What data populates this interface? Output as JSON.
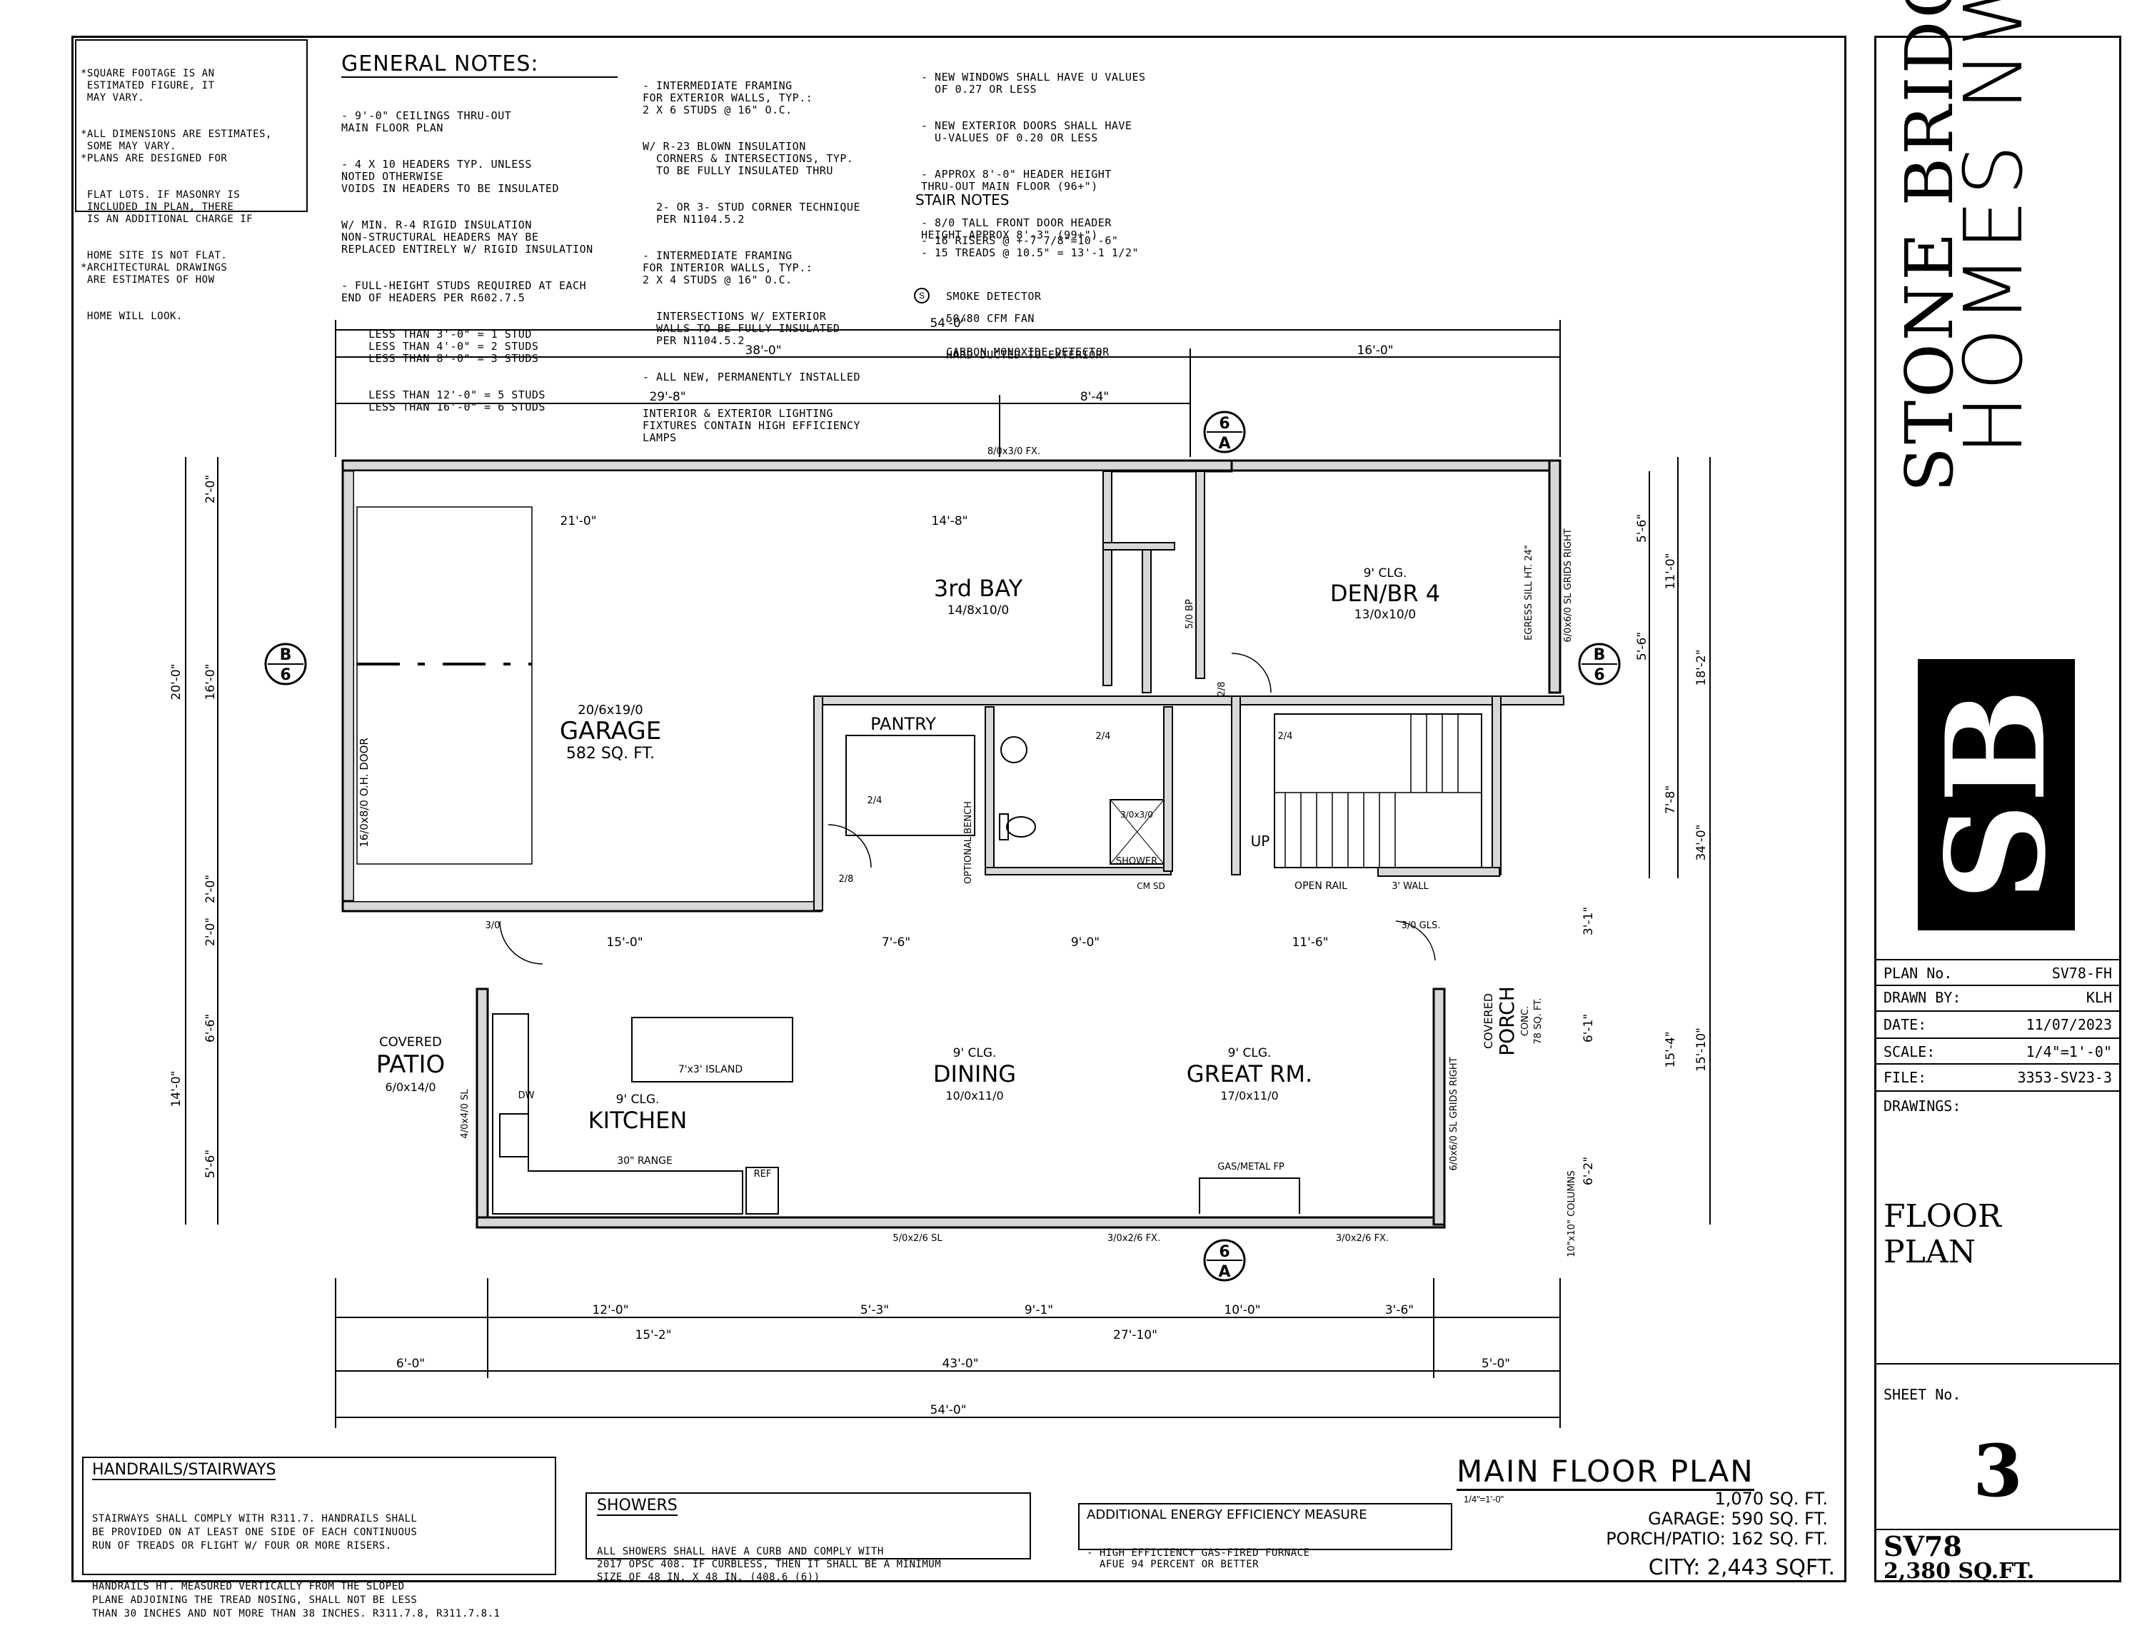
{
  "notes_topleft": [
    "*SQUARE FOOTAGE IS AN",
    " ESTIMATED FIGURE, IT",
    " MAY VARY.",
    "*ALL DIMENSIONS ARE ESTIMATES,",
    " SOME MAY VARY.",
    "*PLANS ARE DESIGNED FOR",
    " FLAT LOTS. IF MASONRY IS",
    " INCLUDED IN PLAN, THERE",
    " IS AN ADDITIONAL CHARGE IF",
    " HOME SITE IS NOT FLAT.",
    "*ARCHITECTURAL DRAWINGS",
    " ARE ESTIMATES OF HOW",
    " HOME WILL LOOK."
  ],
  "general_notes": {
    "title": "GENERAL NOTES:",
    "col1": [
      "- 9'-0\" CEILINGS THRU-OUT",
      "MAIN FLOOR PLAN",
      "",
      "- 4 X 10 HEADERS TYP. UNLESS",
      "NOTED OTHERWISE",
      "VOIDS IN HEADERS TO BE INSULATED",
      "W/ MIN. R-4 RIGID INSULATION",
      "NON-STRUCTURAL HEADERS MAY BE",
      "REPLACED ENTIRELY W/ RIGID INSULATION",
      "",
      "- FULL-HEIGHT STUDS REQUIRED AT EACH",
      "END OF HEADERS PER R602.7.5",
      "    LESS THAN 3'-0\" = 1 STUD",
      "    LESS THAN 4'-0\" = 2 STUDS",
      "    LESS THAN 8'-0\" = 3 STUDS",
      "    LESS THAN 12'-0\" = 5 STUDS",
      "    LESS THAN 16'-0\" = 6 STUDS"
    ],
    "col2": [
      "- INTERMEDIATE FRAMING",
      "FOR EXTERIOR WALLS, TYP.:",
      "2 X 6 STUDS @ 16\" O.C.",
      "W/ R-23 BLOWN INSULATION",
      "  CORNERS & INTERSECTIONS, TYP.",
      "  TO BE FULLY INSULATED THRU",
      "  2- OR 3- STUD CORNER TECHNIQUE",
      "  PER N1104.5.2",
      "",
      "- INTERMEDIATE FRAMING",
      "FOR INTERIOR WALLS, TYP.:",
      "2 X 4 STUDS @ 16\" O.C.",
      "  INTERSECTIONS W/ EXTERIOR",
      "  WALLS TO BE FULLY INSULATED",
      "  PER N1104.5.2",
      "",
      "",
      "- ALL NEW, PERMANENTLY INSTALLED",
      "INTERIOR & EXTERIOR LIGHTING",
      "FIXTURES CONTAIN HIGH EFFICIENCY",
      "LAMPS"
    ],
    "col3": [
      "- NEW WINDOWS SHALL HAVE U VALUES",
      "  OF 0.27 OR LESS",
      "",
      "- NEW EXTERIOR DOORS SHALL HAVE",
      "  U-VALUES OF 0.20 OR LESS",
      "",
      "- APPROX 8'-0\" HEADER HEIGHT",
      "THRU-OUT MAIN FLOOR (96+\")",
      "",
      "- 8/0 TALL FRONT DOOR HEADER",
      "HEIGHT APPROX 8'-3\" (99+\")"
    ],
    "stair_title": "STAIR NOTES",
    "stair": [
      "- 16 RISERS @ +-7 7/8\"=10'-6\"",
      "- 15 TREADS @ 10.5\" = 13'-1 1/2\""
    ],
    "legend": [
      "SMOKE DETECTOR",
      "CARBON MONOXIDE DETECTOR",
      "50/80 CFM FAN",
      "HARD-DUCTED TO EXTERIOR"
    ]
  },
  "plan": {
    "dims": {
      "top_overall": "54'-0\"",
      "top_left": "38'-0\"",
      "top_right": "16'-0\"",
      "top_sub1": "29'-8\"",
      "top_sub2": "8'-4\"",
      "garage_w": "21'-0\"",
      "bay_w": "14'-8\"",
      "bottom_overall": "54'-0\"",
      "bottom_left": "6'-0\"",
      "bottom_mid": "43'-0\"",
      "bottom_right": "5'-0\"",
      "bottom_r1a": "15'-2\"",
      "bottom_r1b": "27'-10\"",
      "bottom_r2a": "12'-0\"",
      "bottom_r2b": "5'-3\"",
      "bottom_r2c": "9'-1\"",
      "bottom_r2d": "10'-0\"",
      "bottom_r2e": "3'-6\"",
      "mid_a": "15'-0\"",
      "mid_b": "7'-6\"",
      "mid_c": "9'-0\"",
      "mid_d": "11'-6\"",
      "left_20": "20'-0\"",
      "left_14": "14'-0\"",
      "left_2a": "2'-0\"",
      "left_16": "16'-0\"",
      "left_2b": "2'-0\"",
      "left_2c": "2'-0\"",
      "left_66": "6'-6\"",
      "left_56": "5'-6\"",
      "right_34": "34'-0\"",
      "right_182": "18'-2\"",
      "right_154": "15'-4\"",
      "right_11": "11'-0\"",
      "right_78": "7'-8\"",
      "right_1510": "15'-10\"",
      "right_56a": "5'-6\"",
      "right_56b": "5'-6\"",
      "right_31": "3'-1\"",
      "right_61": "6'-1\"",
      "right_62": "6'-2\""
    },
    "rooms": {
      "garage_size": "20/6x19/0",
      "garage_name": "GARAGE",
      "garage_sqft": "582 SQ. FT.",
      "garage_door": "16/0x8/0 O.H. DOOR",
      "bay_name": "3rd BAY",
      "bay_size": "14/8x10/0",
      "den_clg": "9' CLG.",
      "den_name": "DEN/BR 4",
      "den_size": "13/0x10/0",
      "pantry": "PANTRY",
      "patio_label": "COVERED",
      "patio_name": "PATIO",
      "patio_size": "6/0x14/0",
      "kitchen_clg": "9' CLG.",
      "kitchen_name": "KITCHEN",
      "dining_clg": "9' CLG.",
      "dining_name": "DINING",
      "dining_size": "10/0x11/0",
      "great_clg": "9' CLG.",
      "great_name": "GREAT RM.",
      "great_size": "17/0x11/0",
      "porch_label": "COVERED",
      "porch_name": "PORCH",
      "porch_conc": "CONC.",
      "porch_sqft": "78 SQ. FT.",
      "island": "7'x3' ISLAND",
      "range": "30\" RANGE",
      "ref": "REF",
      "dw": "DW",
      "shower": "SHOWER",
      "shower_size": "3/0x3/0",
      "gas_fp": "GAS/METAL FP",
      "open_rail": "OPEN RAIL",
      "wall_3": "3' WALL",
      "up": "UP",
      "optional_bench": "OPTIONAL BENCH",
      "cm_sd": "CM SD",
      "columns": "10\"x10\" COLUMNS"
    },
    "windows": {
      "w_top": "8/0x3/0 FX.",
      "w_egress": "EGRESS SILL HT. 24\"",
      "w_den_side": "6/0x6/0 SL GRIDS RIGHT",
      "w_kitchen": "4/0x4/0 SL",
      "w_great_side": "6/0x6/0 SL GRIDS RIGHT",
      "w_bot1": "5/0x2/6 SL",
      "w_bot2": "3/0x2/6 FX.",
      "w_bot3": "3/0x2/6 FX.",
      "door_patio": "3/0",
      "door_front": "3/0 GLS.",
      "door_pantry": "2/4",
      "door_garage": "2/8",
      "door_bath": "2/4",
      "door_den": "2/8",
      "door_closet": "2/4",
      "closet": "5/0 BP"
    },
    "section_marks": {
      "top_num": "6",
      "top_let": "A",
      "left_let": "B",
      "left_num": "6",
      "right_let": "B",
      "right_num": "6",
      "bottom_num": "6",
      "bottom_let": "A"
    }
  },
  "handrails": {
    "title": "HANDRAILS/STAIRWAYS",
    "text": [
      "STAIRWAYS SHALL COMPLY WITH R311.7. HANDRAILS SHALL",
      "BE PROVIDED ON AT LEAST ONE SIDE OF EACH CONTINUOUS",
      "RUN OF TREADS OR FLIGHT W/ FOUR OR MORE RISERS.",
      "HANDRAILS HT. MEASURED VERTICALLY FROM THE SLOPED",
      "PLANE ADJOINING THE TREAD NOSING, SHALL NOT BE LESS",
      "THAN 30 INCHES AND NOT MORE THAN 38 INCHES. R311.7.8, R311.7.8.1"
    ]
  },
  "showers": {
    "title": "SHOWERS",
    "text": [
      "ALL SHOWERS SHALL HAVE A CURB AND COMPLY WITH",
      "2017 OPSC 408. IF CURBLESS, THEN IT SHALL BE A MINIMUM",
      "SIZE OF 48 IN. X 48 IN. (408.6 (6))"
    ]
  },
  "energy": {
    "title": "ADDITIONAL ENERGY EFFICIENCY MEASURE",
    "text": [
      "- HIGH EFFICIENCY GAS-FIRED FURNACE",
      "  AFUE 94 PERCENT OR BETTER"
    ]
  },
  "main_floor": {
    "title": "MAIN FLOOR PLAN",
    "scale": "1/4\"=1'-0\"",
    "sqft": "1,070 SQ. FT.",
    "garage": "GARAGE: 590 SQ. FT.",
    "porch": "PORCH/PATIO: 162 SQ. FT.",
    "city": "CITY: 2,443 SQFT."
  },
  "title_block": {
    "brand_line1": "STONE BRIDGE",
    "brand_line2": "HOMES NW",
    "logo_text": "SB",
    "plan_no_label": "PLAN No.",
    "plan_no": "SV78-FH",
    "drawn_by_label": "DRAWN BY:",
    "drawn_by": "KLH",
    "date_label": "DATE:",
    "date": "11/07/2023",
    "scale_label": "SCALE:",
    "scale": "1/4\"=1'-0\"",
    "file_label": "FILE:",
    "file": "3353-SV23-3",
    "drawings_label": "DRAWINGS:",
    "drawing_name_1": "FLOOR",
    "drawing_name_2": "PLAN",
    "sheet_label": "SHEET No.",
    "sheet_no": "3",
    "model": "SV78",
    "model_sqft": "2,380  SQ.FT."
  }
}
